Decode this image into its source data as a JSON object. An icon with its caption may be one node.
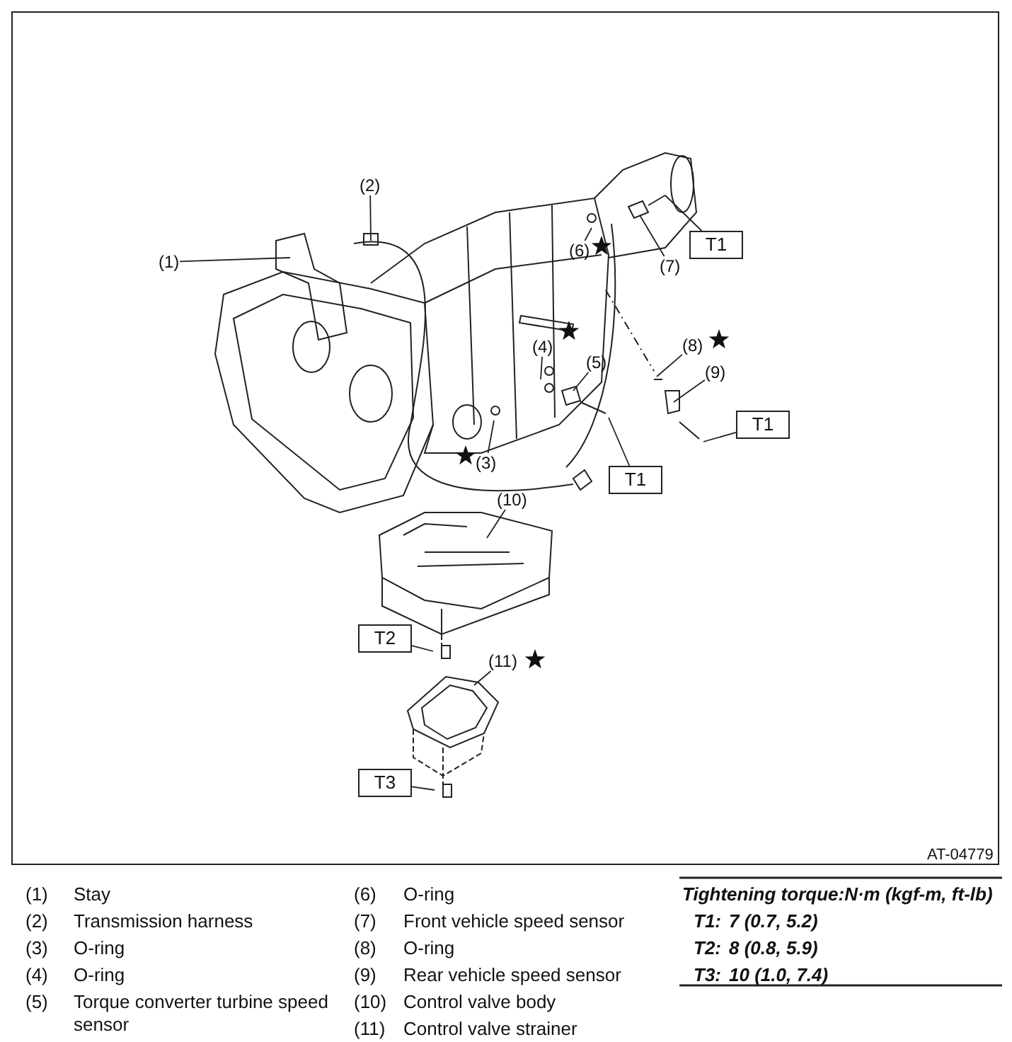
{
  "diagram": {
    "nodes": [
      {
        "text": [
          "(1)"
        ]
      },
      {
        "text": [
          "(2)"
        ]
      },
      {
        "text": [
          "(3)"
        ]
      },
      {
        "text": [
          "(4)"
        ]
      },
      {
        "text": [
          "(5)"
        ]
      },
      {
        "text": [
          "(6)"
        ]
      },
      {
        "text": [
          "(7)"
        ]
      },
      {
        "text": [
          "(8)"
        ]
      },
      {
        "text": [
          "(9)"
        ]
      },
      {
        "text": [
          "(10)"
        ]
      },
      {
        "text": [
          "(11)"
        ]
      },
      {
        "text": [
          "T1"
        ]
      },
      {
        "text": [
          "T1"
        ]
      },
      {
        "text": [
          "T1"
        ]
      },
      {
        "text": [
          "T2"
        ]
      },
      {
        "text": [
          "T3"
        ]
      }
    ],
    "edges": [
      {
        "from": 0,
        "to": null,
        "arrow": "none"
      },
      {
        "from": 1,
        "to": null,
        "arrow": "none"
      },
      {
        "from": 2,
        "to": null,
        "arrow": "none"
      },
      {
        "from": 3,
        "to": null,
        "arrow": "none"
      },
      {
        "from": 4,
        "to": null,
        "arrow": "none"
      },
      {
        "from": 5,
        "to": null,
        "arrow": "none"
      },
      {
        "from": 6,
        "to": null,
        "arrow": "none"
      },
      {
        "from": 7,
        "to": null,
        "arrow": "none"
      },
      {
        "from": 8,
        "to": null,
        "arrow": "none"
      },
      {
        "from": 9,
        "to": null,
        "arrow": "none"
      },
      {
        "from": 10,
        "to": null,
        "arrow": "none"
      },
      {
        "from": 11,
        "to": null,
        "arrow": "none"
      },
      {
        "from": 12,
        "to": null,
        "arrow": "none"
      },
      {
        "from": 13,
        "to": null,
        "arrow": "none"
      },
      {
        "from": 14,
        "to": null,
        "arrow": "none"
      },
      {
        "from": 15,
        "to": null,
        "arrow": "none"
      }
    ],
    "labels": [
      "AT-04779",
      "(1)",
      "Stay",
      "(2)",
      "Transmission harness",
      "(3)",
      "O-ring",
      "(4)",
      "O-ring",
      "(5)",
      "Torque converter turbine speed sensor",
      "(6)",
      "O-ring",
      "(7)",
      "Front vehicle speed sensor",
      "(8)",
      "O-ring",
      "(9)",
      "Rear vehicle speed sensor",
      "(10)",
      "Control valve body",
      "(11)",
      "Control valve strainer",
      "Tightening torque:N·m (kgf-m, ft-lb)",
      "T1:",
      "7 (0.7, 5.2)",
      "T2:",
      "8 (0.8, 5.9)",
      "T3:",
      "10 (1.0, 7.4)"
    ]
  }
}
